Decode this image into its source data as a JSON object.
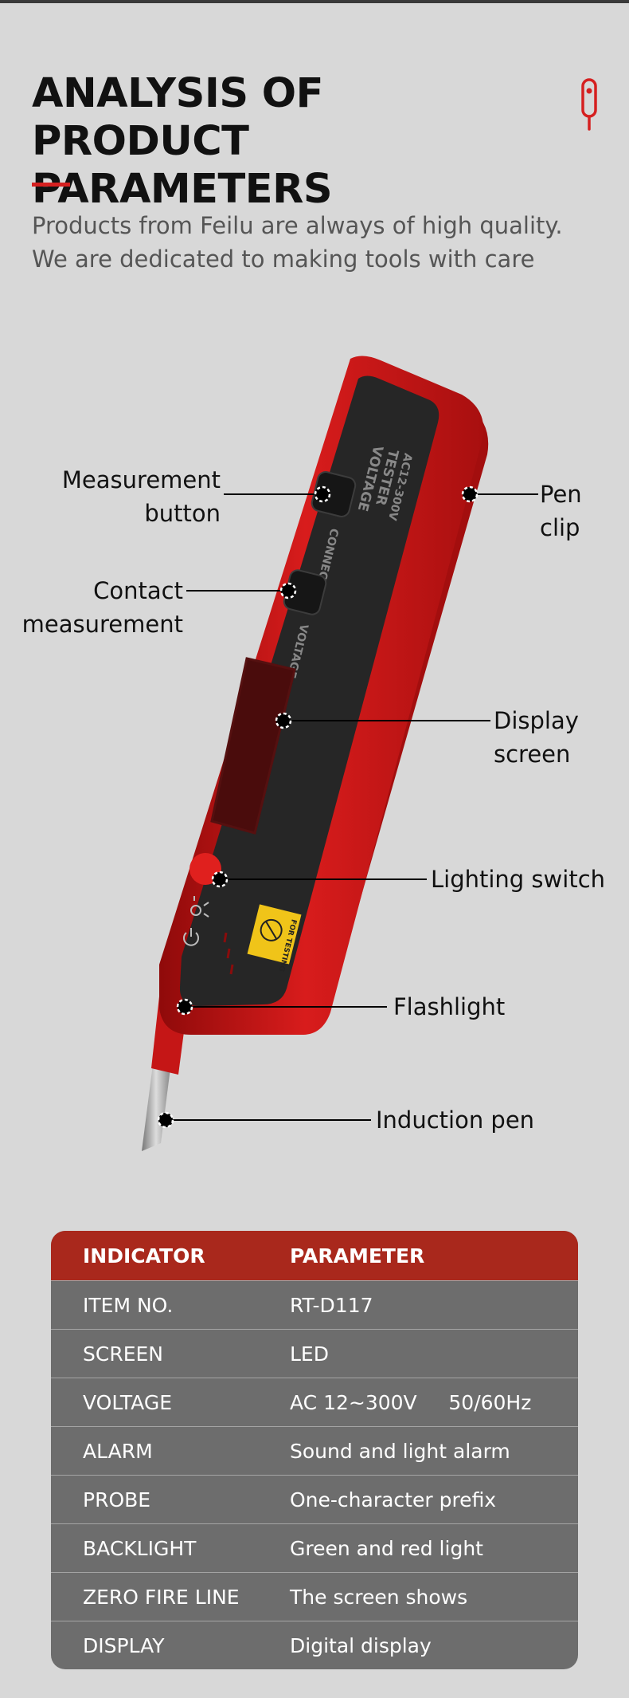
{
  "header": {
    "title_line1": "ANALYSIS OF PRODUCT",
    "title_line2": "PARAMETERS",
    "subtitle_line1": "Products from Feilu are always of high quality.",
    "subtitle_line2": "We are dedicated to making tools with care"
  },
  "colors": {
    "accent": "#d52020",
    "table_header": "#a9281c",
    "table_body": "#6d6d6d",
    "background": "#d8d8d8"
  },
  "product": {
    "label_line1": "VOLTAGE",
    "label_line2": "TESTER",
    "label_line3": "AC12-300V",
    "button_text_1": "CONNECT",
    "button_text_2": "VOLTAGE",
    "sticker_text": "FOR TESTING"
  },
  "callouts": {
    "measurement_button": [
      "Measurement",
      "button"
    ],
    "contact_measurement": [
      "Contact",
      "measurement"
    ],
    "pen_clip": [
      "Pen",
      "clip"
    ],
    "display_screen": [
      "Display",
      "screen"
    ],
    "lighting_switch": "Lighting switch",
    "flashlight": "Flashlight",
    "induction_pen": "Induction pen"
  },
  "table": {
    "headers": [
      "INDICATOR",
      "PARAMETER"
    ],
    "rows": [
      [
        "ITEM NO.",
        "RT-D117"
      ],
      [
        "SCREEN",
        "LED"
      ],
      [
        "VOLTAGE",
        "AC 12~300V     50/60Hz"
      ],
      [
        "ALARM",
        "Sound and light alarm"
      ],
      [
        "PROBE",
        "One-character prefix"
      ],
      [
        "BACKLIGHT",
        "Green and red light"
      ],
      [
        "ZERO FIRE LINE",
        "The screen shows"
      ],
      [
        "DISPLAY",
        "Digital display"
      ]
    ]
  }
}
